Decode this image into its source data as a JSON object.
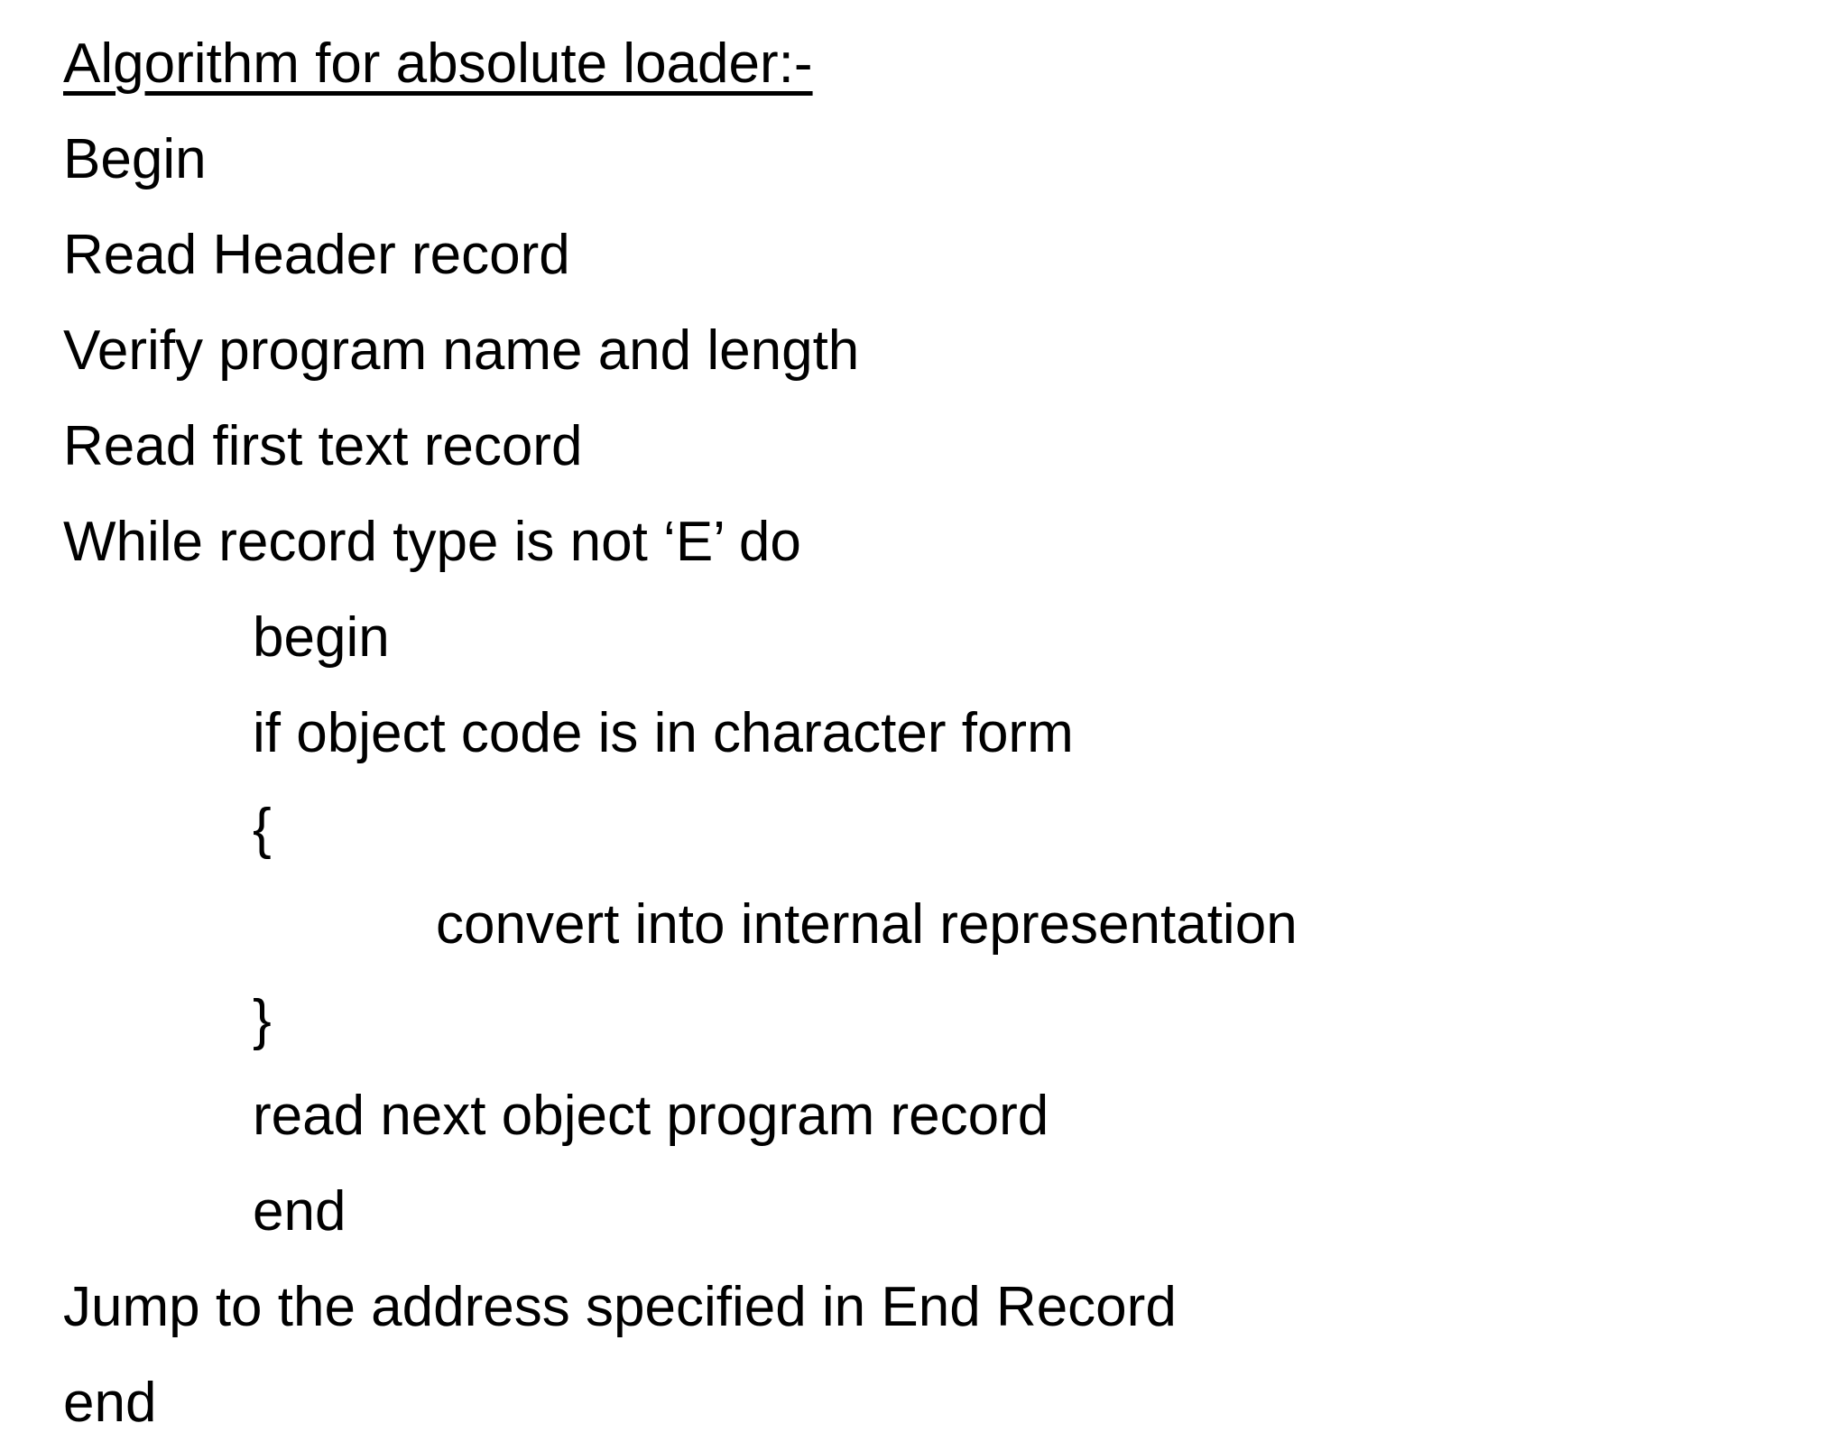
{
  "slide": {
    "title": "Algorithm for absolute loader:-",
    "title_underlined": true,
    "background_color": "#ffffff",
    "text_color": "#000000",
    "lines": [
      {
        "text": "Algorithm for absolute loader:-",
        "indent": 0,
        "underline": true
      },
      {
        "text": "Begin",
        "indent": 0,
        "underline": false
      },
      {
        "text": "Read Header record",
        "indent": 0,
        "underline": false
      },
      {
        "text": "Verify program name and length",
        "indent": 0,
        "underline": false
      },
      {
        "text": "Read first text record",
        "indent": 0,
        "underline": false
      },
      {
        "text": "While record type is not ‘E’ do",
        "indent": 0,
        "underline": false
      },
      {
        "text": "begin",
        "indent": 1,
        "underline": false
      },
      {
        "text": "if object code is in character form",
        "indent": 1,
        "underline": false
      },
      {
        "text": "{",
        "indent": 1,
        "underline": false
      },
      {
        "text": "convert into internal representation",
        "indent": 2,
        "underline": false
      },
      {
        "text": "}",
        "indent": 1,
        "underline": false
      },
      {
        "text": "read next object program record",
        "indent": 1,
        "underline": false
      },
      {
        "text": "end",
        "indent": 1,
        "underline": false
      },
      {
        "text": "Jump to the address specified in End Record",
        "indent": 0,
        "underline": false
      },
      {
        "text": "end",
        "indent": 0,
        "underline": false
      }
    ]
  }
}
